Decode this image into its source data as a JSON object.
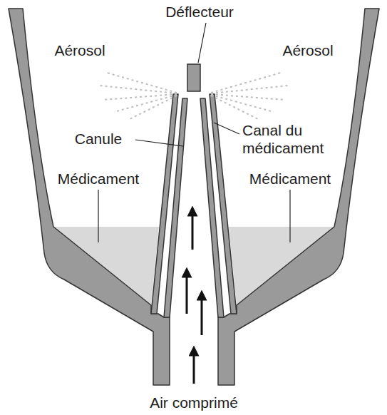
{
  "diagram": {
    "labels": [
      "Déflecteur",
      "Aérosol",
      "Aérosol",
      "Canule",
      "Canal du médicament",
      "Médicament",
      "Médicament",
      "Air comprimé"
    ]
  }
}
